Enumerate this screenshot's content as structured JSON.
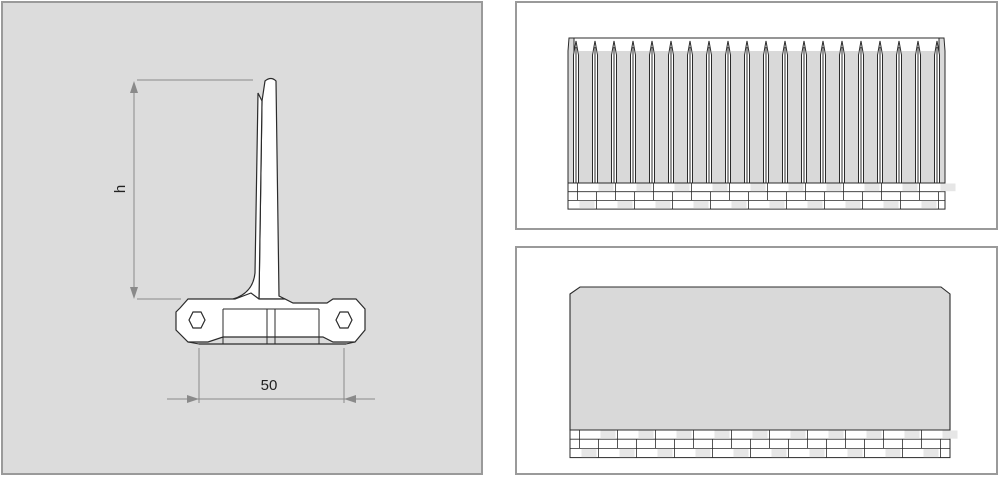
{
  "profile": {
    "height_label": "h",
    "width_label": "50"
  },
  "colors": {
    "panel_left_bg": "#dcdcdc",
    "panel_border": "#9a9a9a",
    "belt_fill": "#d9d9d9",
    "line": "#2b2b2b",
    "dimension_line": "#888888"
  },
  "belt": {
    "finger_count": 20,
    "module_rows": 3
  }
}
